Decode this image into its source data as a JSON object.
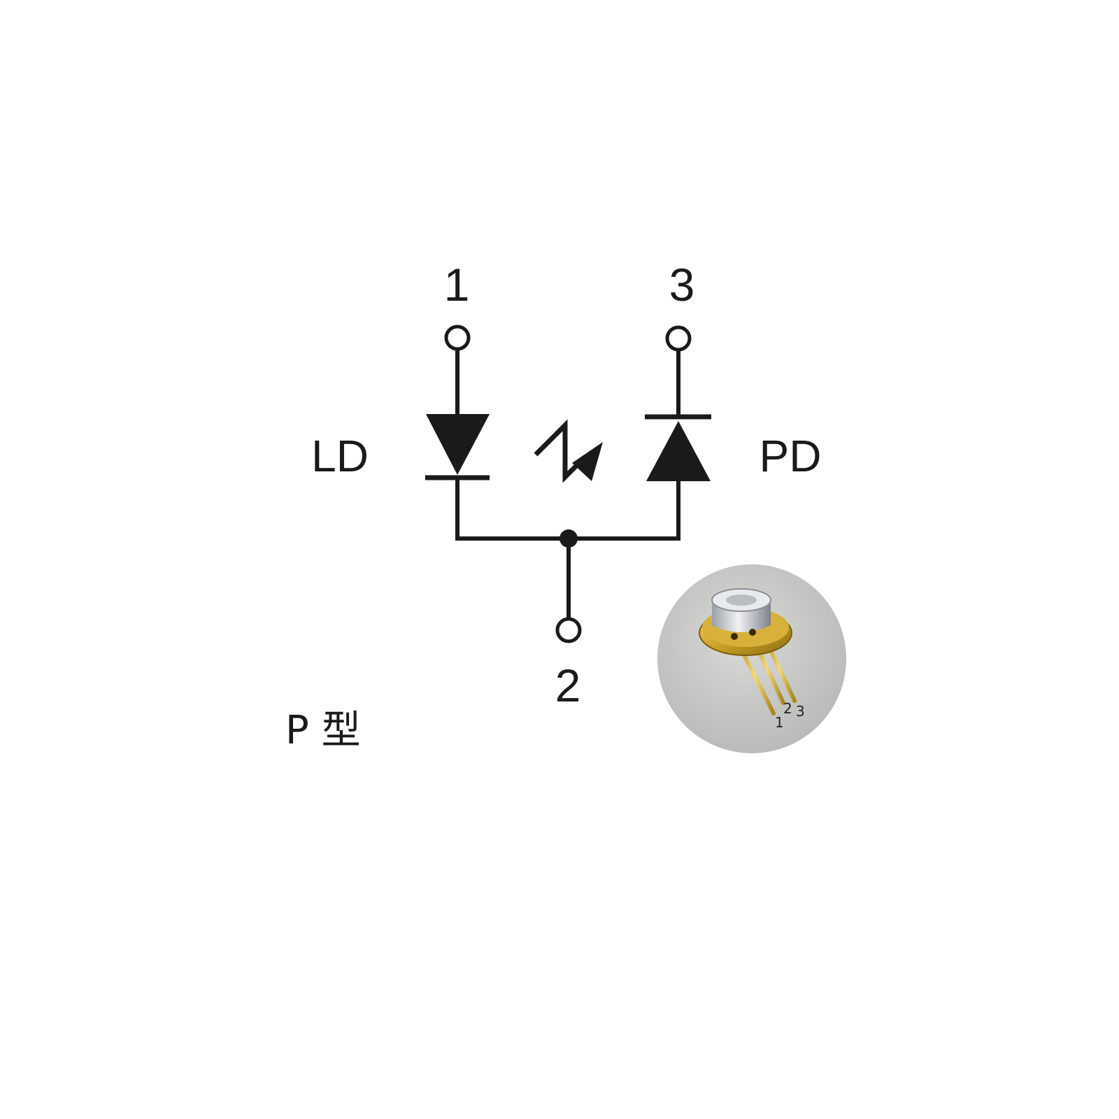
{
  "pins": {
    "pin1": "1",
    "pin2": "2",
    "pin3": "3"
  },
  "devices": {
    "laser": "LD",
    "photo": "PD"
  },
  "type_label": "P 型",
  "photo": {
    "pin_labels": [
      "1",
      "2",
      "3"
    ]
  },
  "colors": {
    "line": "#1a1a1a",
    "gold": "#c9a227",
    "photo_bg": "#c8c8c6"
  }
}
